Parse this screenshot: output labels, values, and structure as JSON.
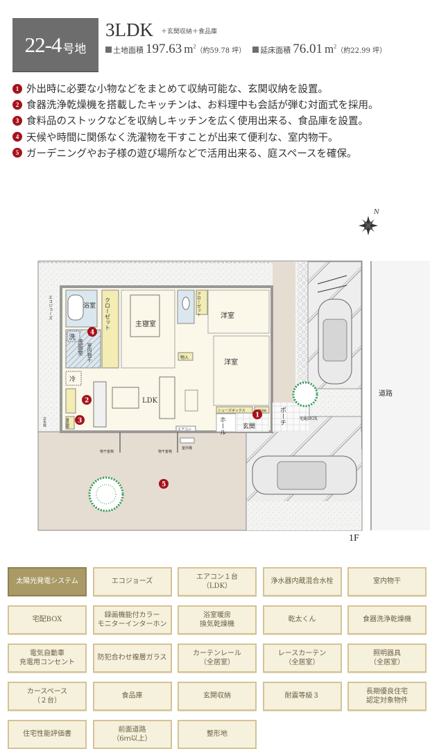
{
  "header": {
    "lot_number": "22-4",
    "lot_suffix": "号地",
    "plan_type": "3LDK",
    "plan_extra": "＋玄関収納＋食品庫",
    "land_area_label": "土地面積",
    "land_area_value": "197.63",
    "land_area_unit": "m",
    "land_area_tsubo": "（約59.78 坪）",
    "floor_area_label": "延床面積",
    "floor_area_value": "76.01",
    "floor_area_unit": "m",
    "floor_area_tsubo": "（約22.99 坪）",
    "badge_color": "#6d6d6d"
  },
  "features": [
    {
      "num": "1",
      "text": "外出時に必要な小物などをまとめて収納可能な、玄関収納を設置。"
    },
    {
      "num": "2",
      "text": "食器洗浄乾燥機を搭載したキッチンは、お料理中も会話が弾む対面式を採用。"
    },
    {
      "num": "3",
      "text": "食料品のストックなどを収納しキッチンを広く使用出来る、食品庫を設置。"
    },
    {
      "num": "4",
      "text": "天候や時間に関係なく洗濯物を干すことが出来て便利な、室内物干。"
    },
    {
      "num": "5",
      "text": "ガーデニングやお子様の遊び場所などで活用出来る、庭スペースを確保。"
    }
  ],
  "floor_plan": {
    "compass": "N",
    "floor_label": "1F",
    "rooms": {
      "bath": "浴室",
      "closet1": "クローゼット",
      "master": "主寝室",
      "closet2": "クローゼット",
      "western1": "洋室",
      "closet3": "クローゼット",
      "western2": "洋室",
      "washer": "洗",
      "washroom": "洗面室",
      "indoor_dry": "室内物干",
      "fridge": "冷",
      "ldk": "LDK",
      "storage": "物入",
      "shoebox": "シューズボックス",
      "entry_storage": "玄関収納",
      "hall": "ホール",
      "entrance": "玄関",
      "porch": "ポーチ",
      "pantry": "食品庫",
      "ecojoes": "エコジョーズ",
      "faucet": "立水栓",
      "aircon": "エアコン",
      "outdoor_unit": "室外機",
      "laundry_hanger1": "物干金物",
      "laundry_hanger2": "物干金物",
      "delivery_box": "宅配BOX",
      "road": "道路"
    },
    "markers": [
      "1",
      "2",
      "3",
      "4",
      "5"
    ]
  },
  "options": [
    {
      "label": "太陽光発電システム",
      "active": true
    },
    {
      "label": "エコジョーズ",
      "active": false
    },
    {
      "label": "エアコン１台\n（LDK）",
      "active": false
    },
    {
      "label": "浄水器内蔵混合水栓",
      "active": false
    },
    {
      "label": "室内物干",
      "active": false
    },
    {
      "label": "宅配BOX",
      "active": false
    },
    {
      "label": "録画機能付カラー\nモニターインターホン",
      "active": false
    },
    {
      "label": "浴室暖房\n換気乾燥機",
      "active": false
    },
    {
      "label": "乾太くん",
      "active": false
    },
    {
      "label": "食器洗浄乾燥機",
      "active": false
    },
    {
      "label": "電気自動車\n充電用コンセント",
      "active": false
    },
    {
      "label": "防犯合わせ複層ガラス",
      "active": false
    },
    {
      "label": "カーテンレール\n（全居室）",
      "active": false
    },
    {
      "label": "レースカーテン\n（全居室）",
      "active": false
    },
    {
      "label": "照明器具\n（全居室）",
      "active": false
    },
    {
      "label": "カースペース\n（２台）",
      "active": false
    },
    {
      "label": "食品庫",
      "active": false
    },
    {
      "label": "玄関収納",
      "active": false
    },
    {
      "label": "耐震等級３",
      "active": false
    },
    {
      "label": "長期優良住宅\n認定対象物件",
      "active": false
    },
    {
      "label": "住宅性能評価書",
      "active": false
    },
    {
      "label": "前面道路\n（6ｍ以上）",
      "active": false
    },
    {
      "label": "整形地",
      "active": false
    }
  ],
  "colors": {
    "accent_red": "#a5121b",
    "option_bg": "#f6f1dc",
    "option_border": "#d4c396",
    "option_active": "#a99a66",
    "closet_yellow": "#f3ecb3",
    "wet_blue": "#dbe7ee",
    "garden": "#e6ddd2",
    "floor": "#fbf7e9"
  }
}
